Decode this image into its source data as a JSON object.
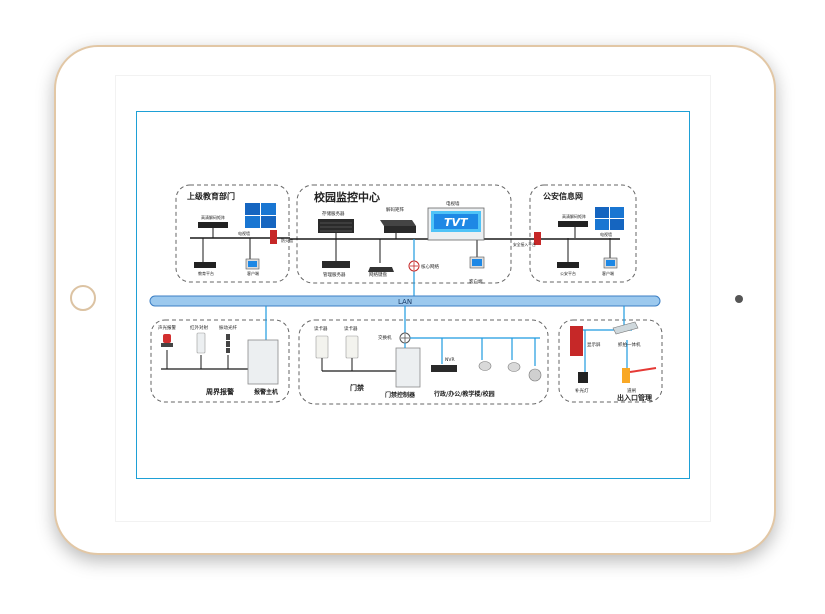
{
  "top_groups": {
    "edu": {
      "title": "上级教育部门",
      "lbl_matrix": "高清解码矩阵",
      "lbl_wall": "电视墙",
      "lbl_platform": "教育平台",
      "lbl_client": "客户端"
    },
    "center": {
      "title": "校园监控中心",
      "lbl_storage": "存储服务器",
      "lbl_decoder": "解码矩阵",
      "lbl_tvwall": "电视墙",
      "lbl_mgmt": "管理服务器",
      "lbl_keyboard": "网络键盘",
      "lbl_coreswitch": "核心网络",
      "lbl_client": "客户端",
      "brand": "TVT"
    },
    "police": {
      "title": "公安信息网",
      "lbl_matrix": "高清解码矩阵",
      "lbl_wall": "电视墙",
      "lbl_platform": "公安平台",
      "lbl_client": "客户端",
      "lbl_gateway": "安全接入平台"
    }
  },
  "fw_edu_label": "防火墙",
  "lan_label": "LAN",
  "bottom_groups": {
    "perimeter": {
      "title": "周界报警",
      "lbl_siren": "声光报警",
      "lbl_ir": "红外对射",
      "lbl_fiber": "振动光纤",
      "lbl_host": "报警主机"
    },
    "access": {
      "title": "门禁",
      "lbl_reader1": "读卡器",
      "lbl_reader2": "读卡器",
      "lbl_switch": "交换机",
      "lbl_ctrl": "门禁控制器",
      "lbl_nvr": "NVR",
      "lbl_campus": "行政/办公/教学楼/校园"
    },
    "gate": {
      "title": "出入口管理",
      "lbl_display": "显示屏",
      "lbl_anpr": "抓拍一体机",
      "lbl_light": "补光灯",
      "lbl_barrier": "道闸"
    }
  }
}
